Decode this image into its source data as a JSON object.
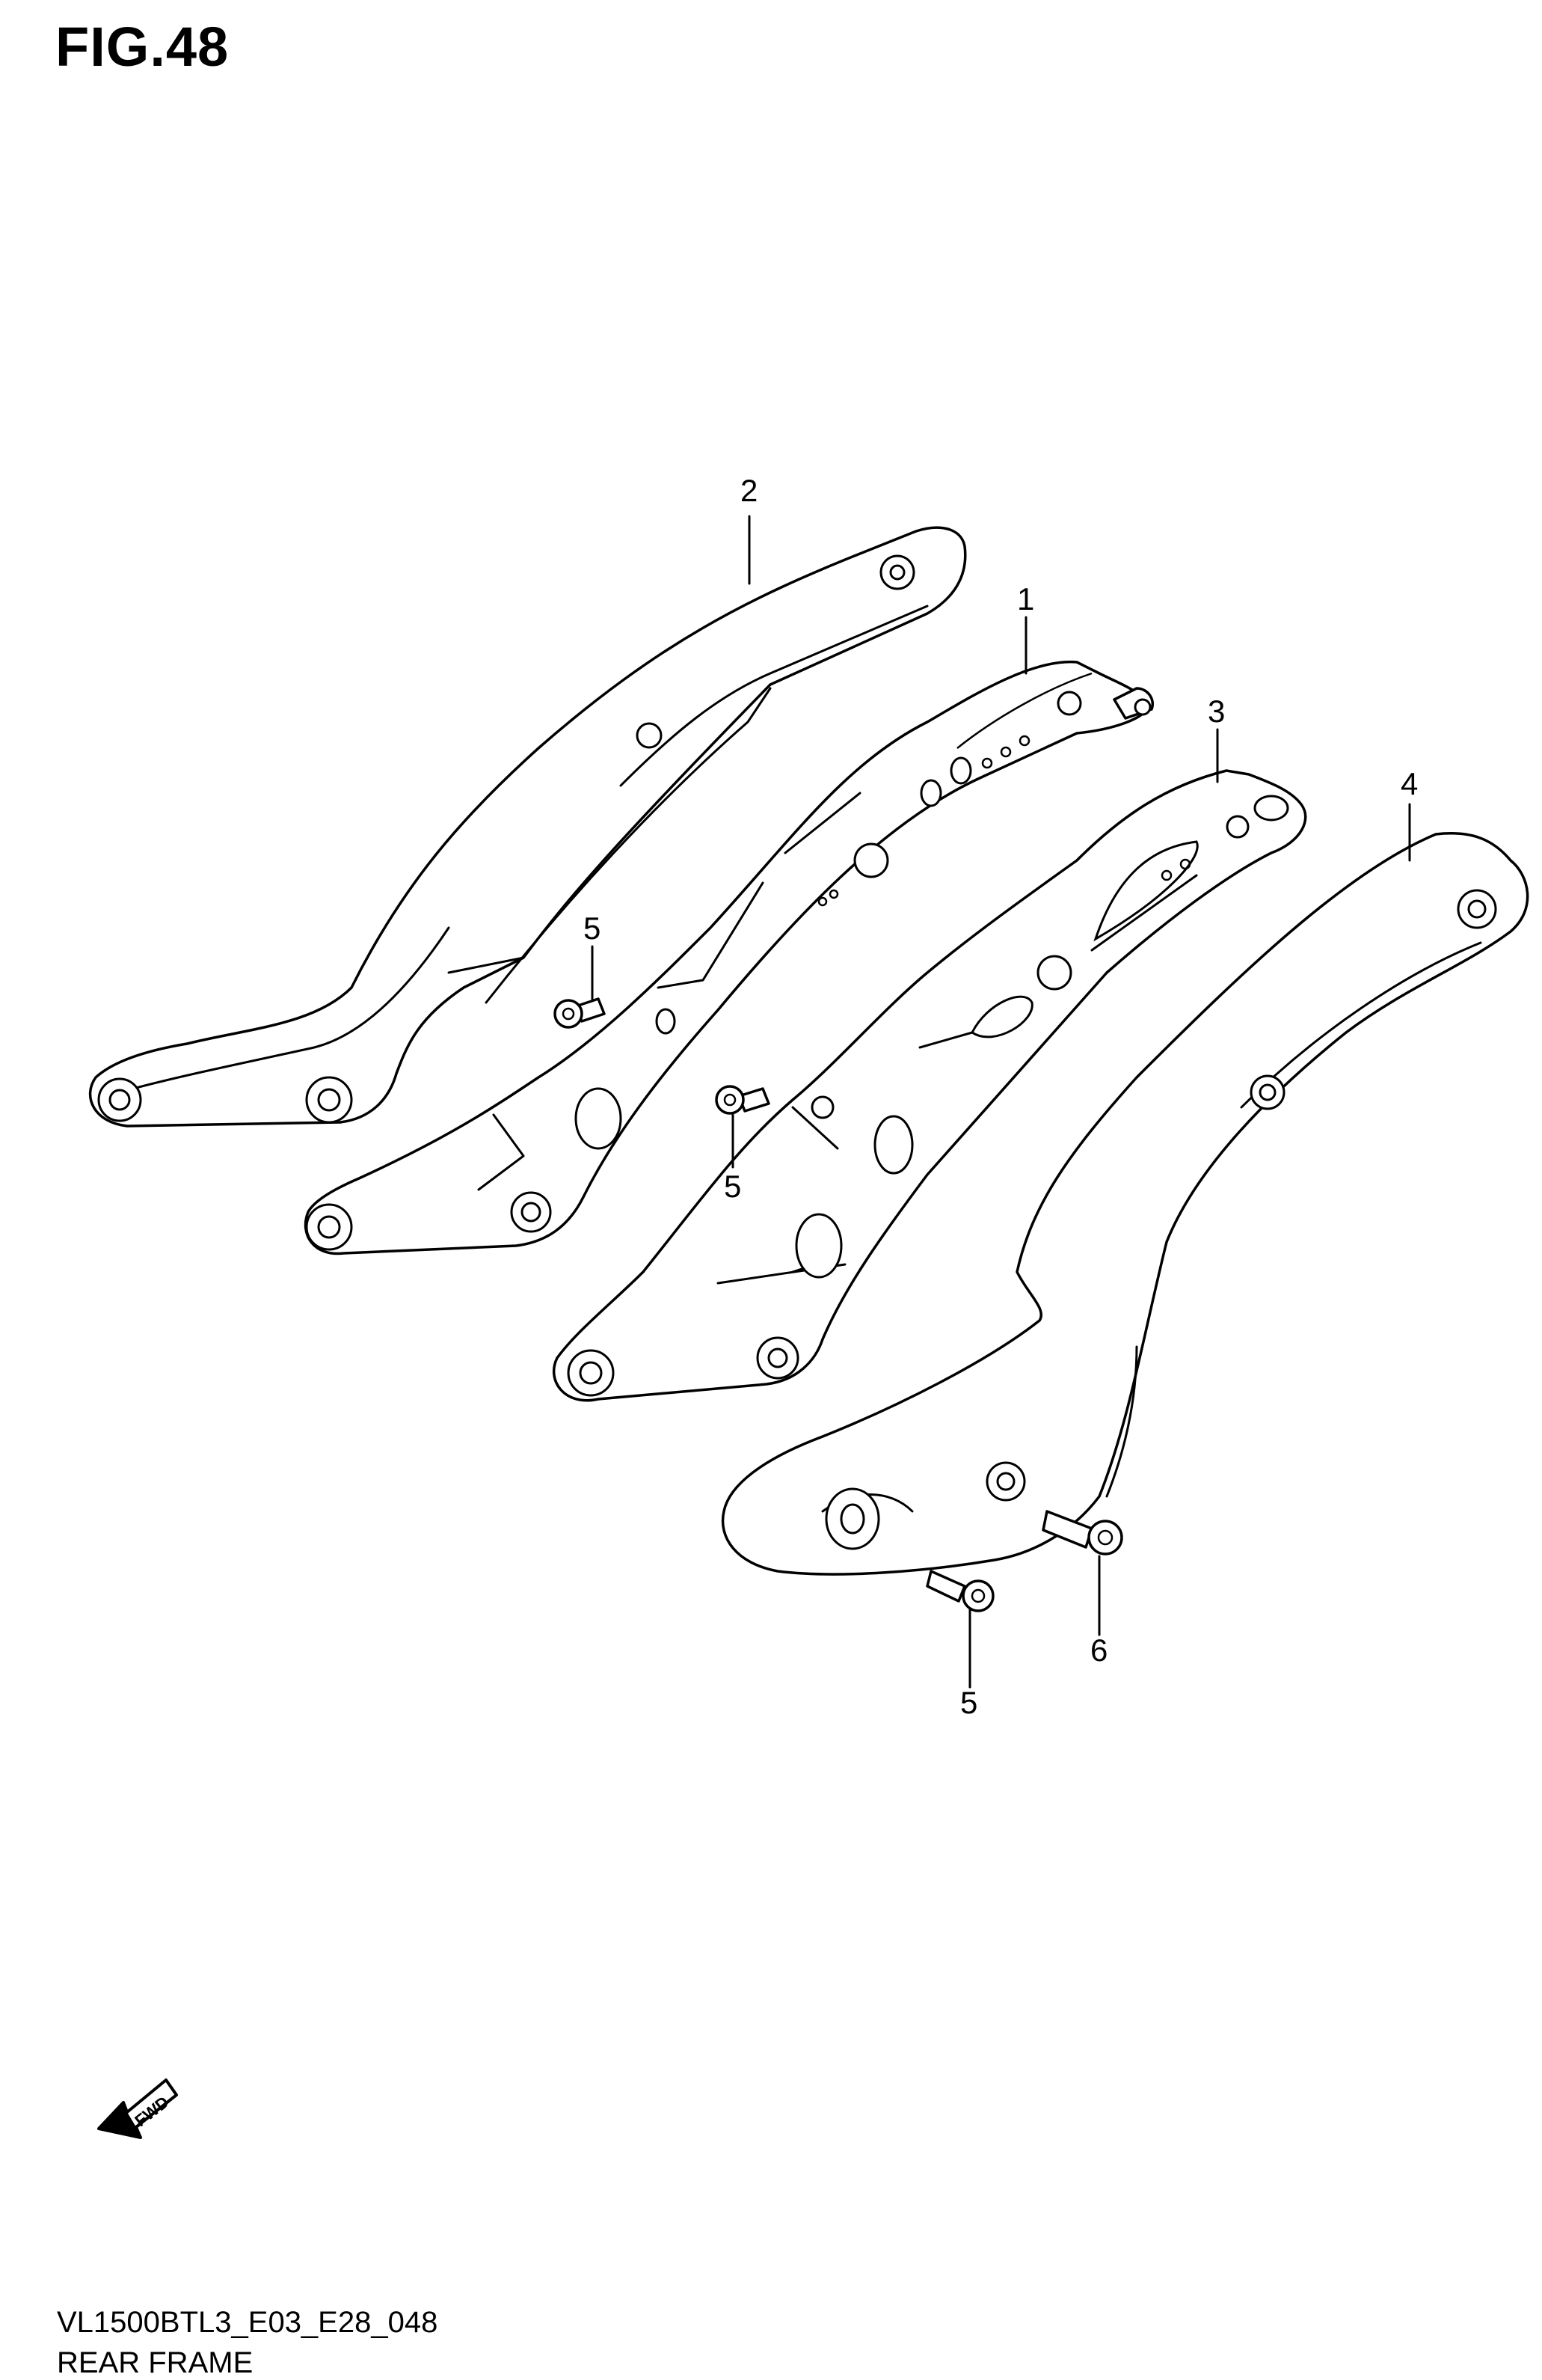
{
  "figure": {
    "title": "FIG.48"
  },
  "callouts": {
    "p1": "1",
    "p2": "2",
    "p3": "3",
    "p4": "4",
    "p5a": "5",
    "p5b": "5",
    "p5c": "5",
    "p6": "6"
  },
  "fwd_label": "FWD",
  "footer": {
    "code": "VL1500BTL3_E03_E28_048",
    "name": "REAR FRAME"
  }
}
